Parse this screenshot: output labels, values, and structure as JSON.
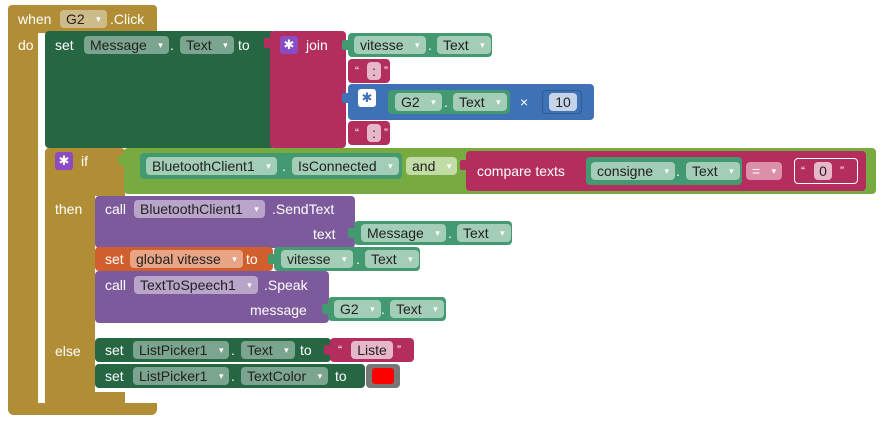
{
  "event": {
    "when": "when",
    "component": "G2",
    "event_name": ".Click",
    "do": "do"
  },
  "set_message": {
    "set": "set",
    "component": "Message",
    "property": "Text",
    "to": "to",
    "join": "join",
    "arg1_component": "vitesse",
    "arg1_property": "Text",
    "colon1": ":",
    "mult_component": "G2",
    "mult_property": "Text",
    "mult_op": "×",
    "mult_value": "10",
    "colon2": ":"
  },
  "if_block": {
    "if": "if",
    "component": "BluetoothClient1",
    "property": "IsConnected",
    "and": "and",
    "compare": "compare texts",
    "cmp_component": "consigne",
    "cmp_property": "Text",
    "cmp_op": "=",
    "cmp_value": "0",
    "then": "then",
    "else": "else"
  },
  "then_block": {
    "call1": "call",
    "call1_component": "BluetoothClient1",
    "call1_method": ".SendText",
    "call1_param": "text",
    "call1_arg_component": "Message",
    "call1_arg_property": "Text",
    "set_global": "set",
    "global_var": "global vitesse",
    "to": "to",
    "global_arg_component": "vitesse",
    "global_arg_property": "Text",
    "call2": "call",
    "call2_component": "TextToSpeech1",
    "call2_method": ".Speak",
    "call2_param": "message",
    "call2_arg_component": "G2",
    "call2_arg_property": "Text"
  },
  "else_block": {
    "set1": "set",
    "set1_component": "ListPicker1",
    "set1_property": "Text",
    "to1": "to",
    "set1_value": "Liste",
    "set2": "set",
    "set2_component": "ListPicker1",
    "set2_property": "TextColor",
    "to2": "to",
    "color_value": "#ff0000"
  },
  "quote_open": "“",
  "quote_close": "”",
  "caret": "▾",
  "gear_glyph": "✱",
  "colors": {
    "event": "#b18e35",
    "component_set": "#266643",
    "component_get": "#439970",
    "text": "#b32d5e",
    "math": "#3f71b5",
    "logic": "#77ab41",
    "call": "#7d5a9b",
    "variable": "#d05f2d",
    "control": "#b18e35"
  }
}
